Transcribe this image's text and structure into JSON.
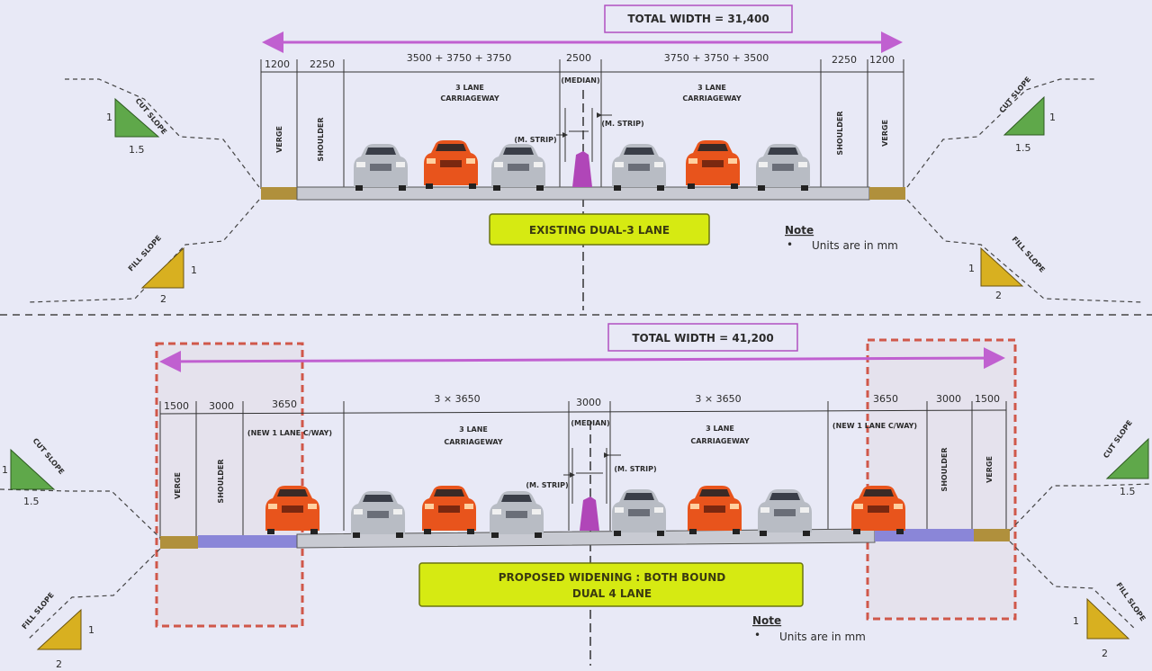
{
  "existing": {
    "total_width": "TOTAL WIDTH = 31,400",
    "dims": {
      "verge_left": "1200",
      "shoulder_left": "2250",
      "lanes_left": "3500 + 3750 + 3750",
      "median": "2500",
      "lanes_right": "3750 + 3750 + 3500",
      "shoulder_right": "2250",
      "verge_right": "1200"
    },
    "labels": {
      "carriageway_left_1": "3 LANE",
      "carriageway_left_2": "CARRIAGEWAY",
      "carriageway_right_1": "3 LANE",
      "carriageway_right_2": "CARRIAGEWAY",
      "median": "(MEDIAN)",
      "m_strip_left": "(M. STRIP)",
      "m_strip_right": "(M. STRIP)",
      "verge": "VERGE",
      "shoulder": "SHOULDER"
    },
    "banner": "EXISTING DUAL-3 LANE",
    "note_title": "Note",
    "note_text": "Units are in mm",
    "slope": {
      "cut": "CUT SLOPE",
      "fill": "FILL SLOPE",
      "cut_v": "1",
      "cut_h": "1.5",
      "fill_v": "1",
      "fill_h": "2"
    }
  },
  "proposed": {
    "total_width": "TOTAL WIDTH = 41,200",
    "dims": {
      "verge_left": "1500",
      "shoulder_left": "3000",
      "new_lane_left": "3650",
      "lanes_left": "3 × 3650",
      "median": "3000",
      "lanes_right": "3 × 3650",
      "new_lane_right": "3650",
      "shoulder_right": "3000",
      "verge_right": "1500"
    },
    "labels": {
      "new_lane_left": "(NEW 1 LANE C/WAY)",
      "new_lane_right": "(NEW 1 LANE C/WAY)",
      "carriageway_left_1": "3 LANE",
      "carriageway_left_2": "CARRIAGEWAY",
      "carriageway_right_1": "3 LANE",
      "carriageway_right_2": "CARRIAGEWAY",
      "median": "(MEDIAN)",
      "m_strip_left": "(M. STRIP)",
      "m_strip_right": "(M. STRIP)",
      "verge": "VERGE",
      "shoulder": "SHOULDER"
    },
    "banner_line1": "PROPOSED WIDENING : BOTH BOUND",
    "banner_line2": "DUAL 4 LANE",
    "note_title": "Note",
    "note_text": "Units are in mm",
    "slope": {
      "cut": "CUT SLOPE",
      "fill": "FILL SLOPE",
      "cut_v": "1",
      "cut_h": "1.5",
      "fill_v": "1",
      "fill_h": "2"
    }
  },
  "colors": {
    "background": "#e8e9f6",
    "dimension_arrow": "#c060d0",
    "banner_fill": "#d6ea12",
    "road": "#c8cad2",
    "verge": "#b0903c",
    "new_lane": "#8a86d8",
    "widening_box": "#d0584a",
    "car_orange": "#e8541c",
    "car_silver": "#b8bcc4",
    "median_barrier": "#b046b8",
    "cut_triangle": "#5fa84a",
    "fill_triangle": "#d8b020"
  }
}
